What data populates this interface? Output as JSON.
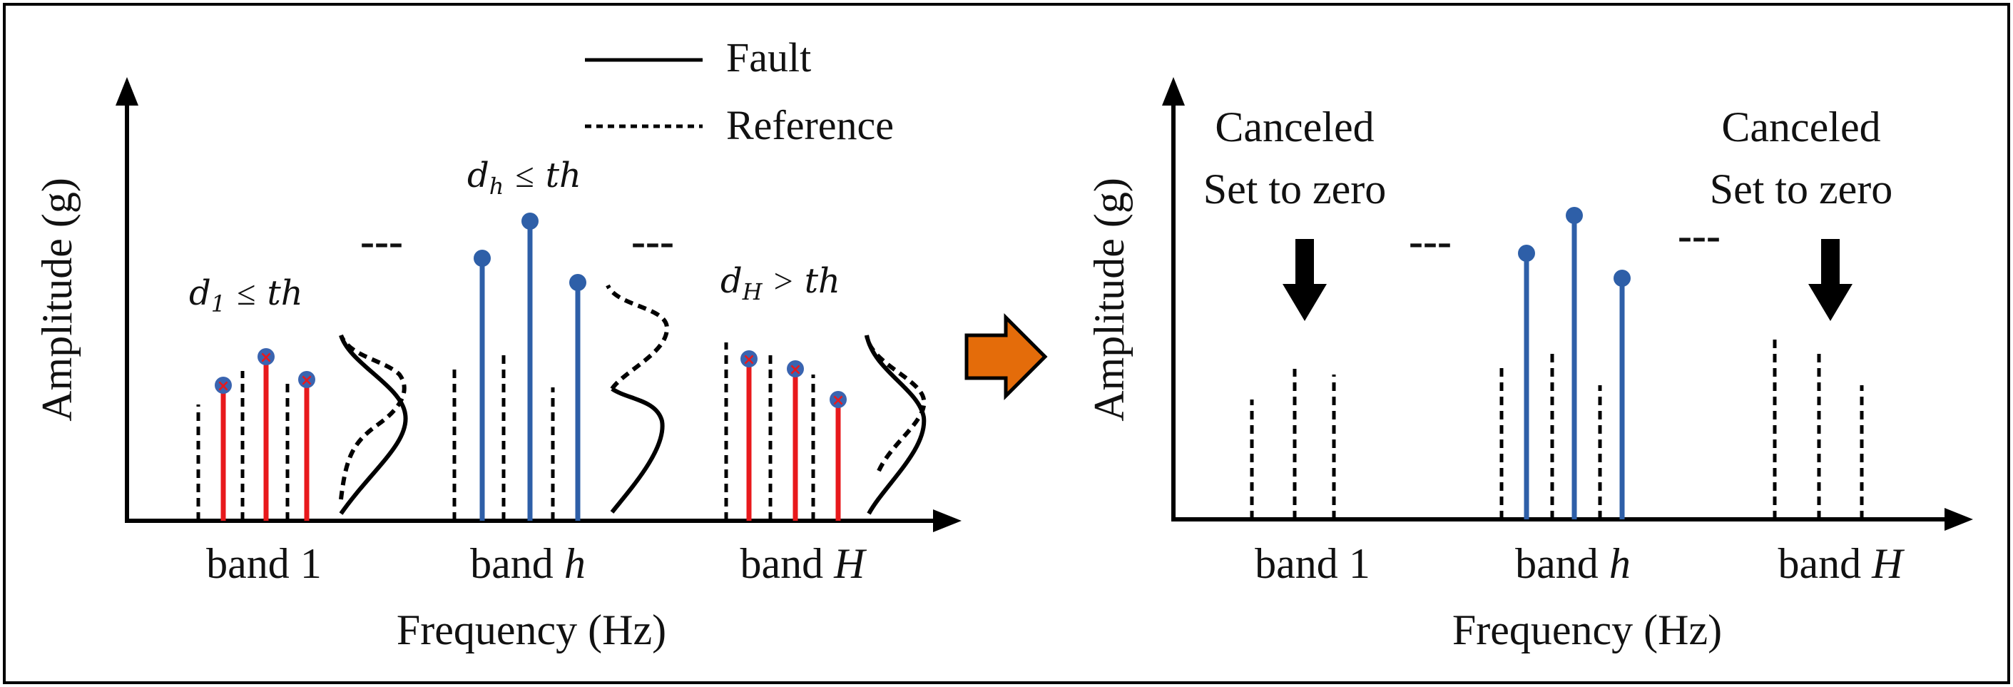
{
  "legend": {
    "fault_label": "Fault",
    "reference_label": "Reference"
  },
  "left_panel": {
    "y_axis_label": "Amplitude (g)",
    "x_axis_label": "Frequency (Hz)",
    "bands": [
      {
        "label_prefix": "band ",
        "label_var": "1",
        "var_italic": false,
        "condition": {
          "var": "d",
          "sub": "1",
          "op": "≤",
          "th": "th"
        }
      },
      {
        "label_prefix": "band ",
        "label_var": "h",
        "var_italic": true,
        "condition": {
          "var": "d",
          "sub": "h",
          "op": "≤",
          "th": "th"
        }
      },
      {
        "label_prefix": "band ",
        "label_var": "H",
        "var_italic": true,
        "condition": {
          "var": "d",
          "sub": "H",
          "op": ">",
          "th": "th"
        }
      }
    ],
    "ellipsis": "---"
  },
  "right_panel": {
    "y_axis_label": "Amplitude (g)",
    "x_axis_label": "Frequency (Hz)",
    "band_labels": [
      {
        "prefix": "band ",
        "var": "1",
        "italic": false
      },
      {
        "prefix": "band ",
        "var": "h",
        "italic": true
      },
      {
        "prefix": "band ",
        "var": "H",
        "italic": true
      }
    ],
    "annotations": [
      {
        "line1": "Canceled",
        "line2": "Set to zero"
      },
      {
        "line1": "Canceled",
        "line2": "Set to zero"
      }
    ],
    "ellipsis": "---"
  },
  "colors": {
    "fault_removed": "#e8191c",
    "fault_kept": "#2e5fa8",
    "marker": "#3a64b0",
    "marker_x": "#e8191c",
    "arrow_orange": "#e46c0a",
    "ink": "#000000"
  }
}
